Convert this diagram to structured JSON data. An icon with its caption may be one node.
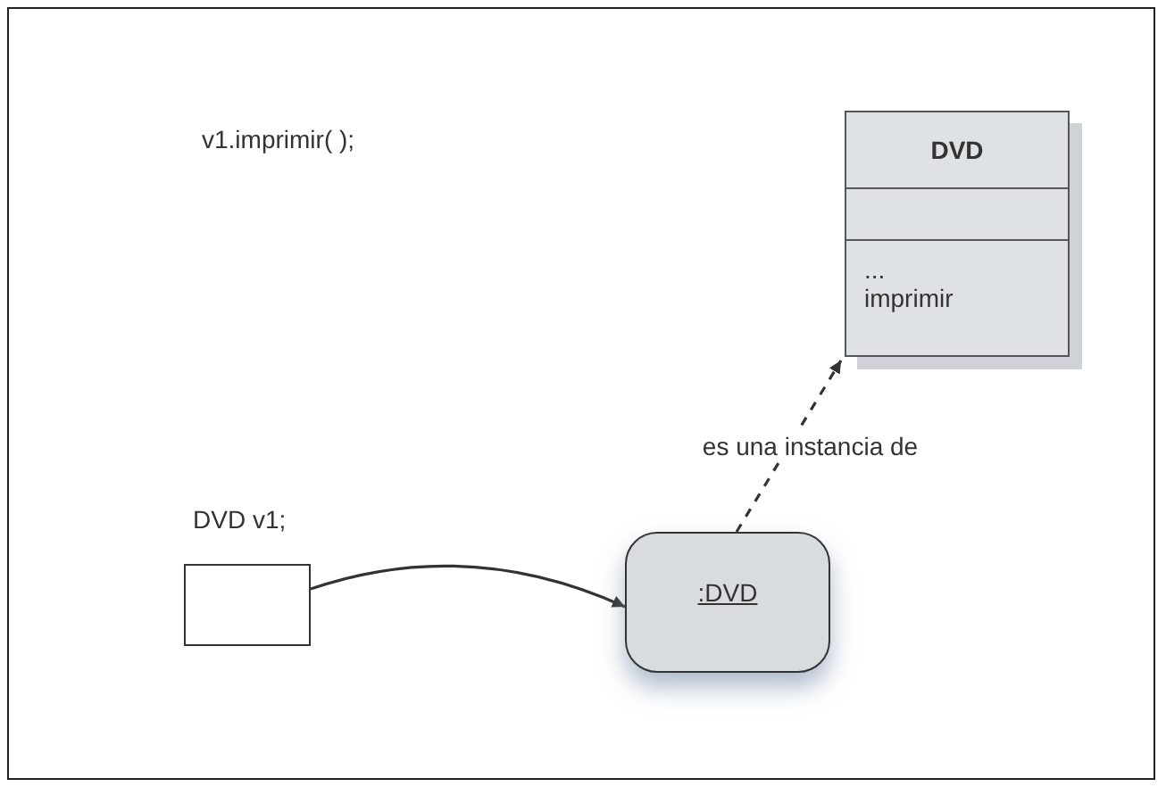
{
  "diagram": {
    "nodes": [
      {
        "text": [
          "DVD",
          "...",
          "imprimir"
        ]
      },
      {
        "text": [
          "DVD v1;"
        ]
      },
      {
        "text": [
          ":DVD"
        ]
      }
    ],
    "edges": [
      {
        "from": 1,
        "to": 2,
        "arrow": "to"
      },
      {
        "from": 2,
        "to": 0,
        "arrow": "to",
        "style": "dashed",
        "label": "es una instancia de"
      }
    ],
    "labels": [
      "v1.imprimir( );"
    ]
  }
}
